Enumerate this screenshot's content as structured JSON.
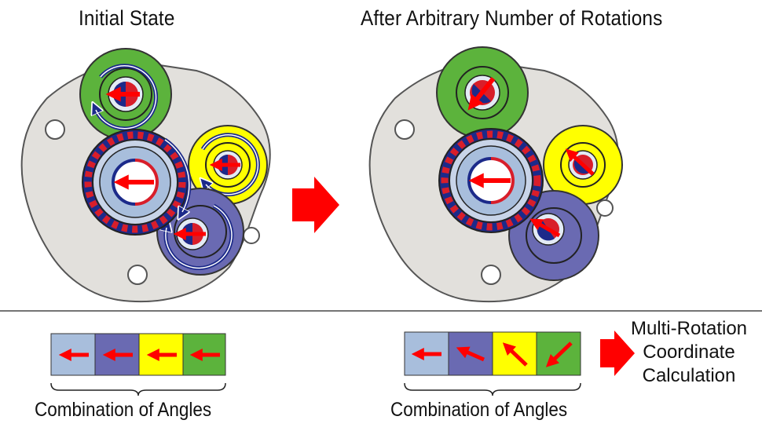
{
  "titles": {
    "initial": "Initial State",
    "after": "After Arbitrary Number of Rotations"
  },
  "captions": {
    "left": "Combination of Angles",
    "right": "Combination of Angles"
  },
  "side_label": {
    "line1": "Multi-Rotation",
    "line2": "Coordinate",
    "line3": "Calculation"
  },
  "colors": {
    "light_blue": "#a8bedc",
    "navy": "#6a6ab2",
    "yellow": "#ffff00",
    "green": "#5cb33c",
    "arrow_red": "#ff0000",
    "plate_gray": "#e2e0dc"
  }
}
